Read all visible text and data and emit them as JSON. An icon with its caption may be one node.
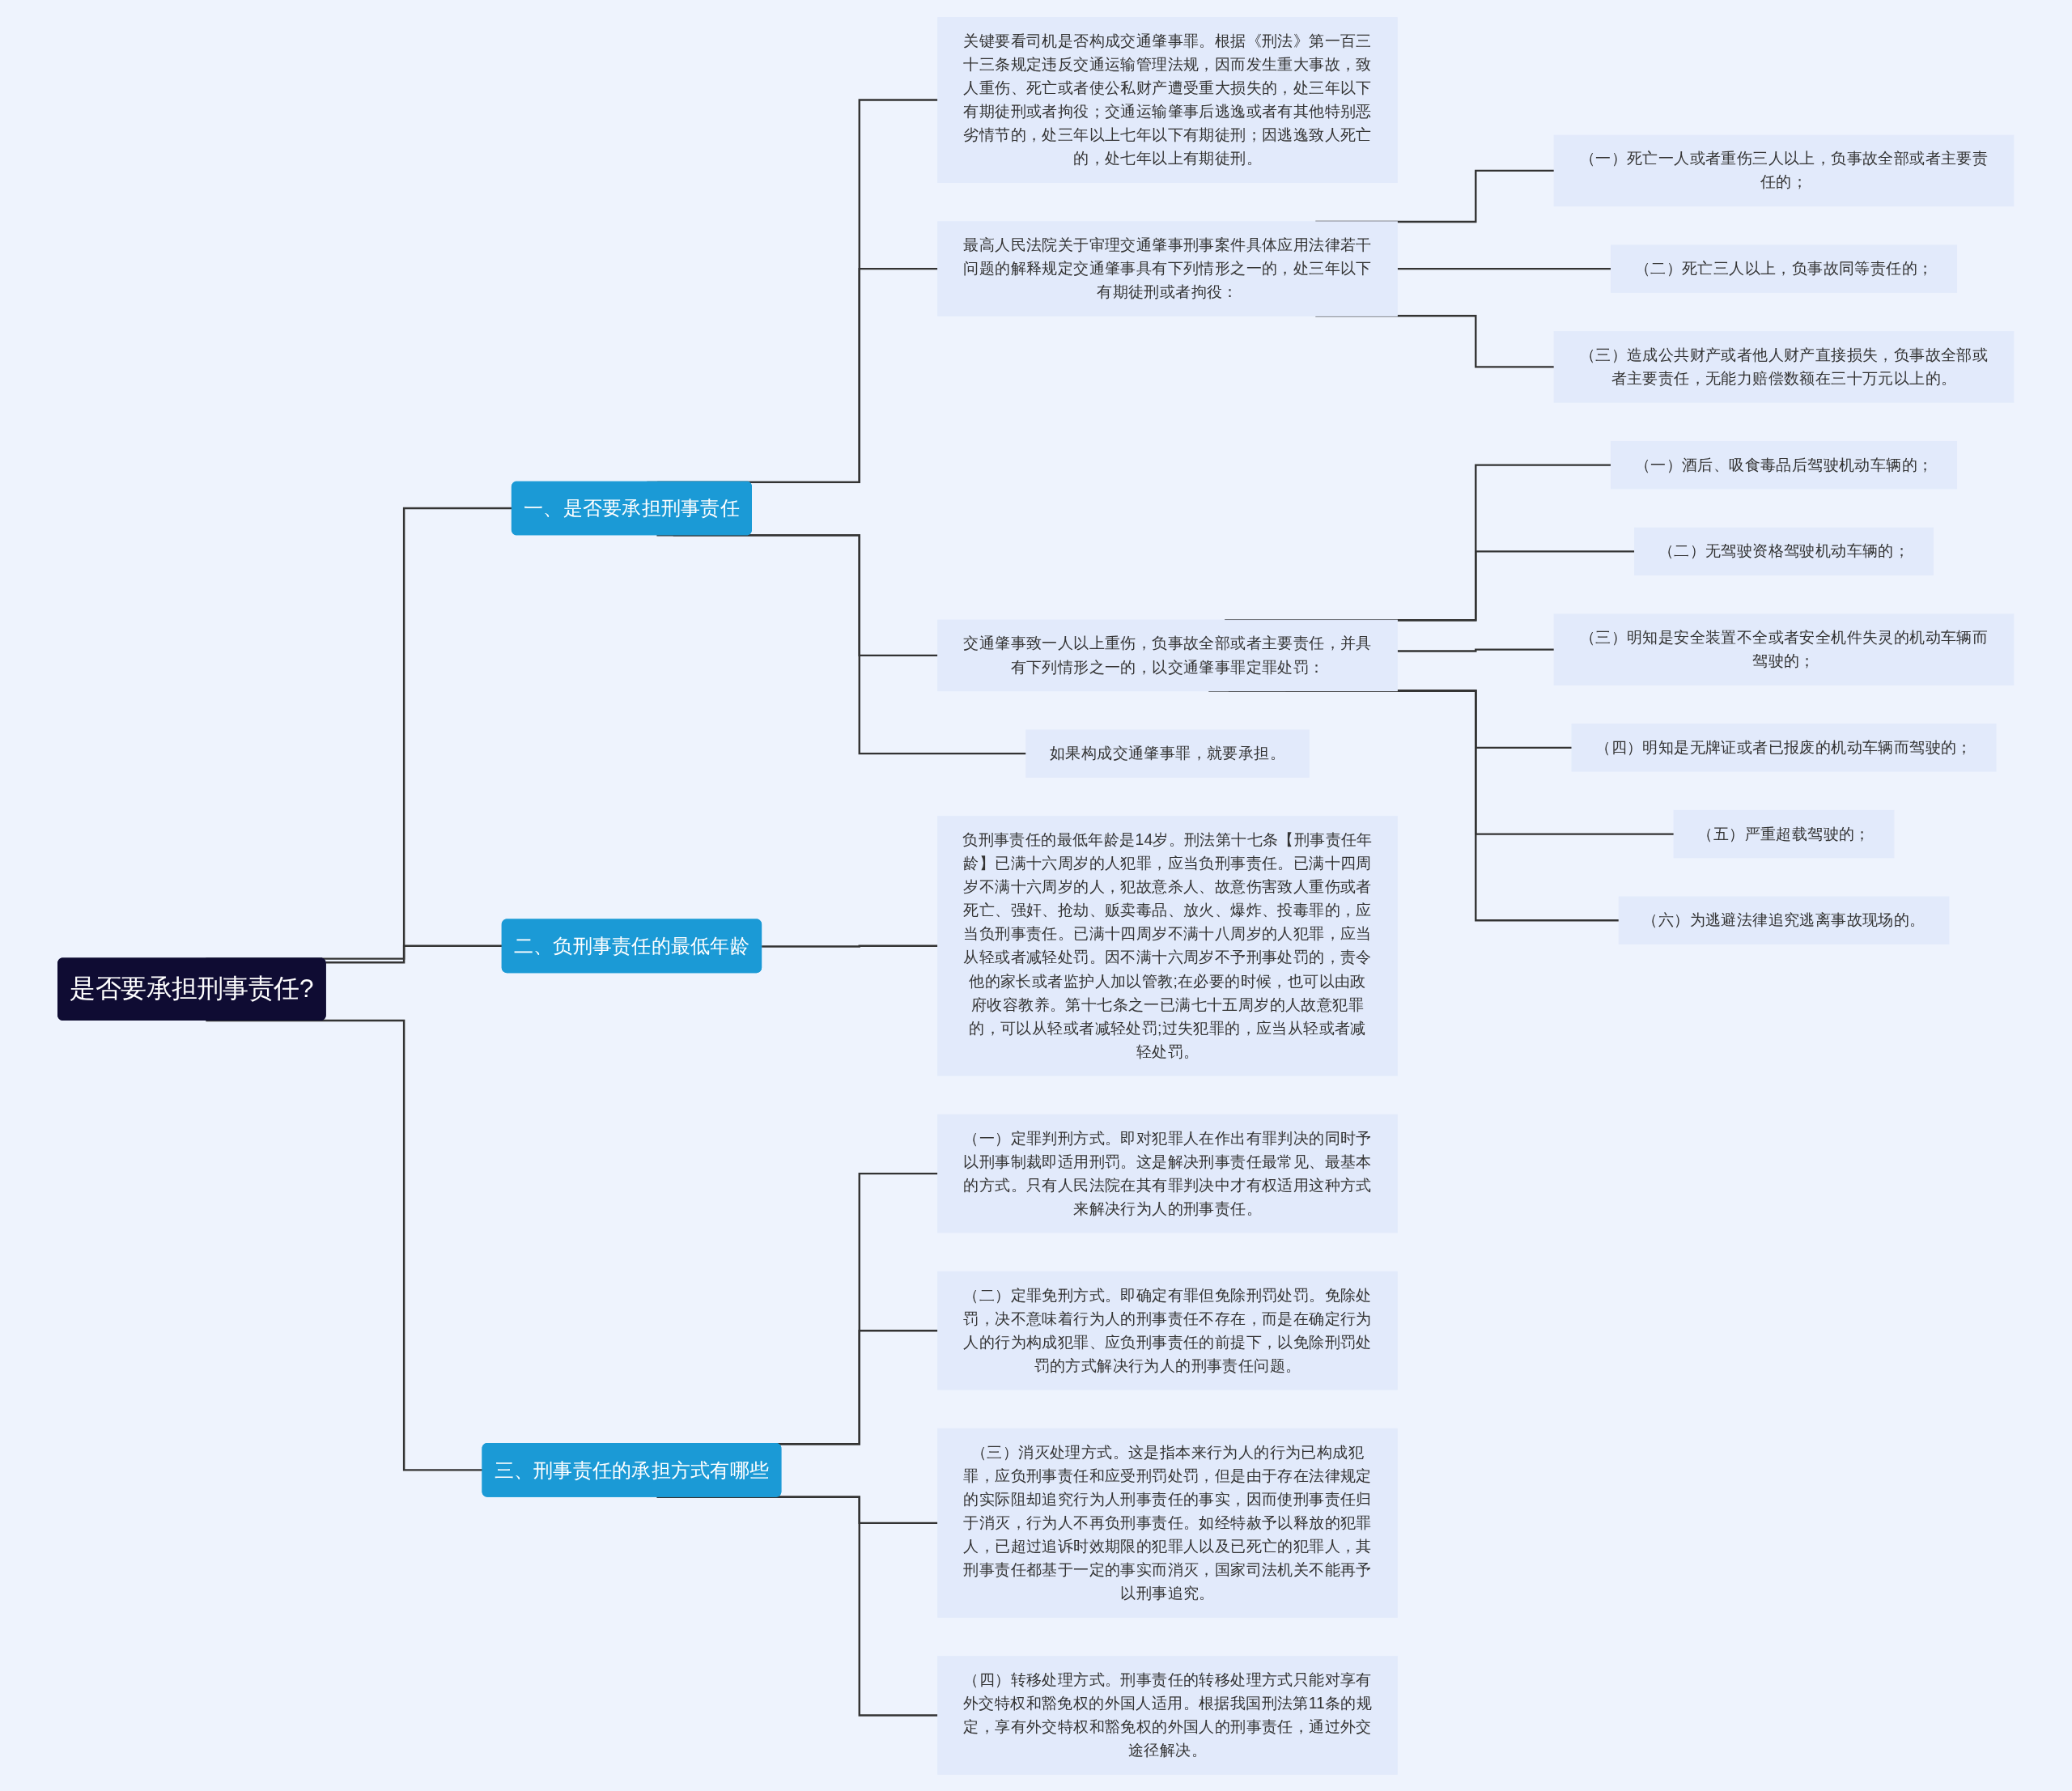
{
  "diagram": {
    "nodes": [
      {
        "text": [
          "是否要承担刑事责任?"
        ]
      },
      {
        "text": [
          "一、是否要承担刑事责任"
        ]
      },
      {
        "text": [
          "关键要看司机是否构成交通肇事罪。根据《刑法》第一百三十三条规定违反交通运输管理法规，因而发生重大事故，致人重伤、死亡或者使公私财产遭受重大损失的，处三年以下有期徒刑或者拘役；交通运输肇事后逃逸或者有其他特别恶劣情节的，处三年以上七年以下有期徒刑；因逃逸致人死亡的，处七年以上有期徒刑。"
        ]
      },
      {
        "text": [
          "最高人民法院关于审理交通肇事刑事案件具体应用法律若干问题的解释规定交通肇事具有下列情形之一的，处三年以下有期徒刑或者拘役："
        ]
      },
      {
        "text": [
          "（一）死亡一人或者重伤三人以上，负事故全部或者主要责任的；"
        ]
      },
      {
        "text": [
          "（二）死亡三人以上，负事故同等责任的；"
        ]
      },
      {
        "text": [
          "（三）造成公共财产或者他人财产直接损失，负事故全部或者主要责任，无能力赔偿数额在三十万元以上的。"
        ]
      },
      {
        "text": [
          "交通肇事致一人以上重伤，负事故全部或者主要责任，并具有下列情形之一的，以交通肇事罪定罪处罚："
        ]
      },
      {
        "text": [
          "（一）酒后、吸食毒品后驾驶机动车辆的；"
        ]
      },
      {
        "text": [
          "（二）无驾驶资格驾驶机动车辆的；"
        ]
      },
      {
        "text": [
          "（三）明知是安全装置不全或者安全机件失灵的机动车辆而驾驶的；"
        ]
      },
      {
        "text": [
          "（四）明知是无牌证或者已报废的机动车辆而驾驶的；"
        ]
      },
      {
        "text": [
          "（五）严重超载驾驶的；"
        ]
      },
      {
        "text": [
          "（六）为逃避法律追究逃离事故现场的。"
        ]
      },
      {
        "text": [
          "如果构成交通肇事罪，就要承担。"
        ]
      },
      {
        "text": [
          "二、负刑事责任的最低年龄"
        ]
      },
      {
        "text": [
          "负刑事责任的最低年龄是14岁。刑法第十七条【刑事责任年龄】已满十六周岁的人犯罪，应当负刑事责任。已满十四周岁不满十六周岁的人，犯故意杀人、故意伤害致人重伤或者死亡、强奸、抢劫、贩卖毒品、放火、爆炸、投毒罪的，应当负刑事责任。已满十四周岁不满十八周岁的人犯罪，应当从轻或者减轻处罚。因不满十六周岁不予刑事处罚的，责令他的家长或者监护人加以管教;在必要的时候，也可以由政府收容教养。第十七条之一已满七十五周岁的人故意犯罪的，可以从轻或者减轻处罚;过失犯罪的，应当从轻或者减轻处罚。"
        ]
      },
      {
        "text": [
          "三、刑事责任的承担方式有哪些"
        ]
      },
      {
        "text": [
          "（一）定罪判刑方式。即对犯罪人在作出有罪判决的同时予以刑事制裁即适用刑罚。这是解决刑事责任最常见、最基本的方式。只有人民法院在其有罪判决中才有权适用这种方式来解决行为人的刑事责任。"
        ]
      },
      {
        "text": [
          "（二）定罪免刑方式。即确定有罪但免除刑罚处罚。免除处罚，决不意味着行为人的刑事责任不存在，而是在确定行为人的行为构成犯罪、应负刑事责任的前提下，以免除刑罚处罚的方式解决行为人的刑事责任问题。"
        ]
      },
      {
        "text": [
          "（三）消灭处理方式。这是指本来行为人的行为已构成犯罪，应负刑事责任和应受刑罚处罚，但是由于存在法律规定的实际阻却追究行为人刑事责任的事实，因而使刑事责任归于消灭，行为人不再负刑事责任。如经特赦予以释放的犯罪人，已超过追诉时效期限的犯罪人以及已死亡的犯罪人，其刑事责任都基于一定的事实而消灭，国家司法机关不能再予以刑事追究。"
        ]
      },
      {
        "text": [
          "（四）转移处理方式。刑事责任的转移处理方式只能对享有外交特权和豁免权的外国人适用。根据我国刑法第11条的规定，享有外交特权和豁免权的外国人的刑事责任，通过外交途径解决。"
        ]
      }
    ],
    "edges": [
      {
        "from": 0,
        "to": 1,
        "arrow": "none"
      },
      {
        "from": 1,
        "to": 2,
        "arrow": "none"
      },
      {
        "from": 1,
        "to": 3,
        "arrow": "none"
      },
      {
        "from": 3,
        "to": 4,
        "arrow": "none"
      },
      {
        "from": 3,
        "to": 5,
        "arrow": "none"
      },
      {
        "from": 3,
        "to": 6,
        "arrow": "none"
      },
      {
        "from": 1,
        "to": 7,
        "arrow": "none"
      },
      {
        "from": 7,
        "to": 8,
        "arrow": "none"
      },
      {
        "from": 7,
        "to": 9,
        "arrow": "none"
      },
      {
        "from": 7,
        "to": 10,
        "arrow": "none"
      },
      {
        "from": 7,
        "to": 11,
        "arrow": "none"
      },
      {
        "from": 7,
        "to": 12,
        "arrow": "none"
      },
      {
        "from": 7,
        "to": 13,
        "arrow": "none"
      },
      {
        "from": 1,
        "to": 14,
        "arrow": "none"
      },
      {
        "from": 0,
        "to": 15,
        "arrow": "none"
      },
      {
        "from": 15,
        "to": 16,
        "arrow": "none"
      },
      {
        "from": 0,
        "to": 17,
        "arrow": "none"
      },
      {
        "from": 17,
        "to": 18,
        "arrow": "none"
      },
      {
        "from": 17,
        "to": 19,
        "arrow": "none"
      },
      {
        "from": 17,
        "to": 20,
        "arrow": "none"
      },
      {
        "from": 17,
        "to": 21,
        "arrow": "none"
      }
    ]
  }
}
